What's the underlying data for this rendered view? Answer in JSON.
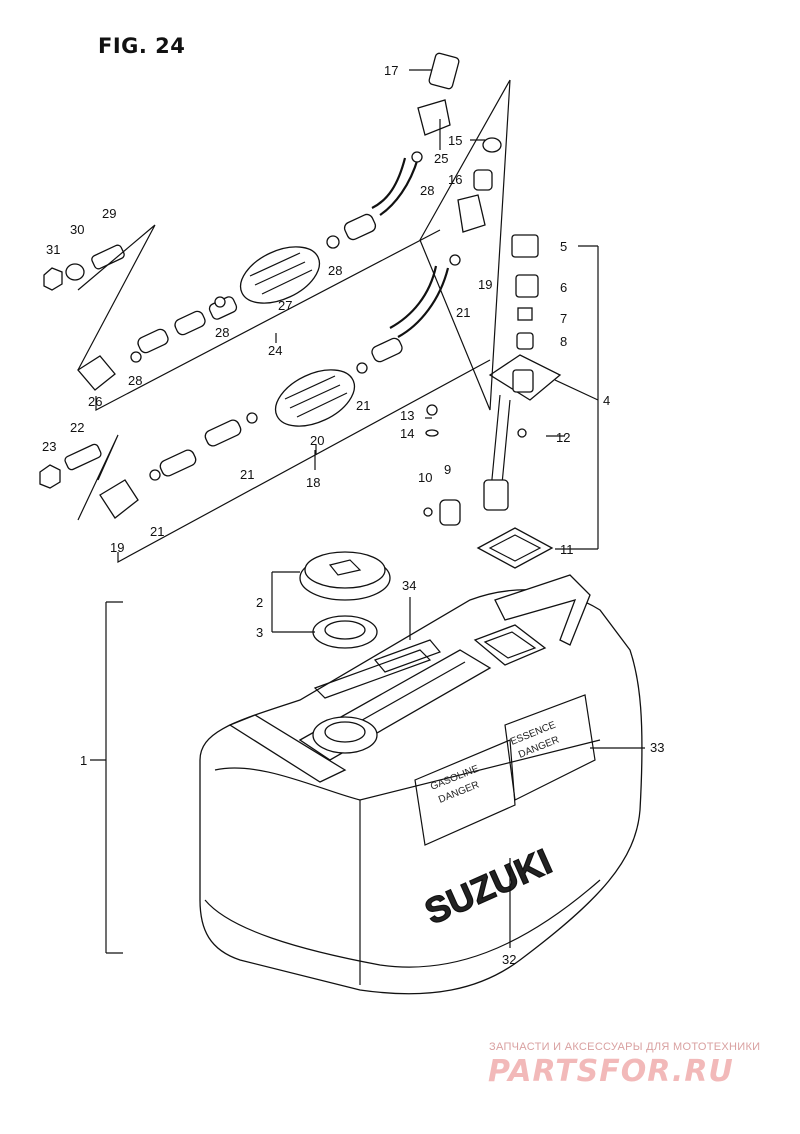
{
  "figure_title": "FIG. 24",
  "tank_labels": {
    "brand": "SUZUKI",
    "warning_left_1": "GASOLINE",
    "warning_left_2": "DANGER",
    "warning_right_1": "ESSENCE",
    "warning_right_2": "DANGER"
  },
  "callouts": {
    "c1": "1",
    "c2": "2",
    "c3": "3",
    "c4": "4",
    "c5": "5",
    "c6": "6",
    "c7": "7",
    "c8": "8",
    "c9": "9",
    "c10": "10",
    "c11": "11",
    "c12": "12",
    "c13": "13",
    "c14": "14",
    "c15": "15",
    "c16": "16",
    "c17": "17",
    "c18": "18",
    "c19a": "19",
    "c19b": "19",
    "c20": "20",
    "c21a": "21",
    "c21b": "21",
    "c21c": "21",
    "c21d": "21",
    "c22": "22",
    "c23": "23",
    "c24": "24",
    "c25": "25",
    "c26": "26",
    "c27": "27",
    "c28a": "28",
    "c28b": "28",
    "c28c": "28",
    "c28d": "28",
    "c29": "29",
    "c30": "30",
    "c31": "31",
    "c32": "32",
    "c33": "33",
    "c34": "34"
  },
  "watermark": {
    "caption": "ЗАПЧАСТИ И АКСЕССУАРЫ ДЛЯ МОТОТЕХНИКИ",
    "logo": "PARTSFOR.RU"
  },
  "colors": {
    "ink": "#111111",
    "watermark": "#f2b9b9"
  }
}
